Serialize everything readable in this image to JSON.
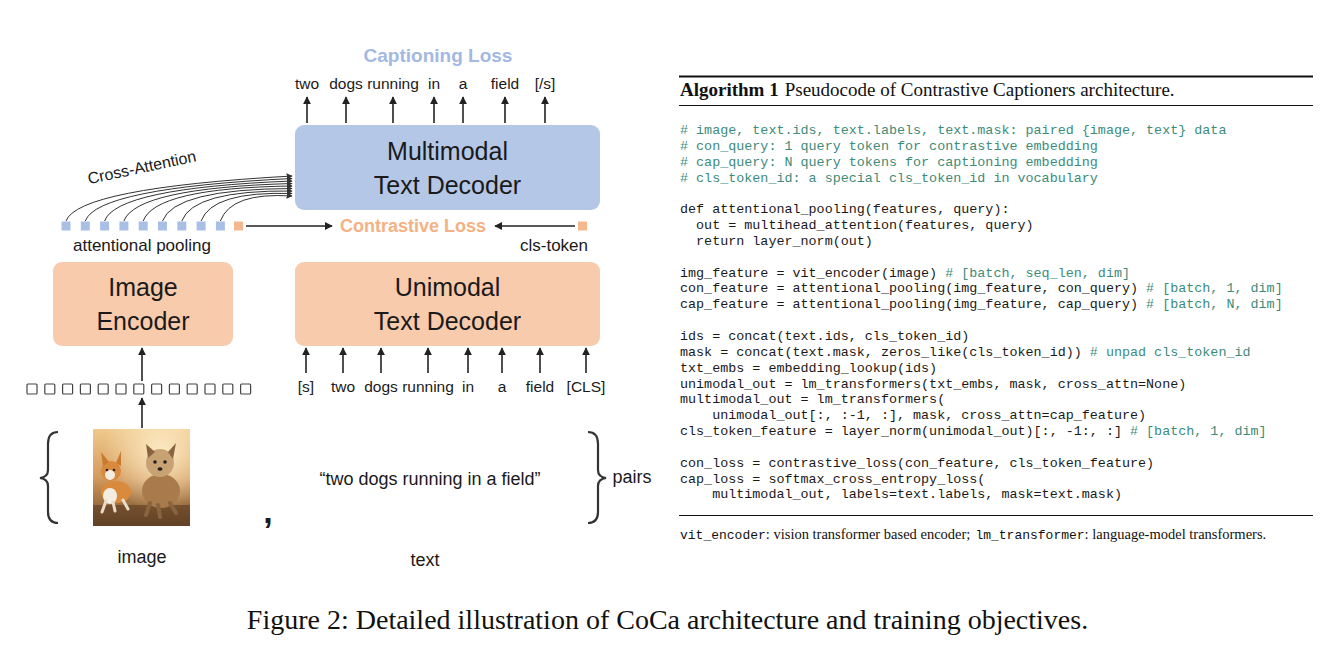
{
  "diagram": {
    "caption": "Figure 2: Detailed illustration of CoCa architecture and training objectives.",
    "nodes": [
      {
        "text": [
          "Multimodal Text Decoder"
        ]
      },
      {
        "text": [
          "Image Encoder"
        ]
      },
      {
        "text": [
          "Unimodal Text Decoder"
        ]
      }
    ],
    "labels": [
      "Captioning Loss",
      "two",
      "dogs",
      "running",
      "in",
      "a",
      "field",
      "[/s]",
      "Cross-Attention",
      "attentional pooling",
      "Contrastive Loss",
      "cls-token",
      "[s]",
      "two",
      "dogs",
      "running",
      "in",
      "a",
      "field",
      "[CLS]",
      "“two dogs running in a field”",
      "pairs",
      ",",
      "image",
      "text",
      "Algorithm 1",
      "Pseudocode of Contrastive Captioners architecture.",
      "# image, text.ids, text.labels, text.mask: paired {image, text} data",
      "# con_query: 1 query token for contrastive embedding",
      "# cap_query: N query tokens for captioning embedding",
      "# cls_token_id: a special cls_token_id in vocabulary",
      "def attentional_pooling(features, query):",
      "  out = multihead_attention(features, query)",
      "  return layer_norm(out)",
      "img_feature = vit_encoder(image)",
      "# [batch, seq_len, dim]",
      "con_feature = attentional_pooling(img_feature, con_query)",
      "# [batch, 1, dim]",
      "cap_feature = attentional_pooling(img_feature, cap_query)",
      "# [batch, N, dim]",
      "ids = concat(text.ids, cls_token_id)",
      "mask = concat(text.mask, zeros_like(cls_token_id))",
      "# unpad cls_token_id",
      "txt_embs = embedding_lookup(ids)",
      "unimodal_out = lm_transformers(txt_embs, mask, cross_attn=None)",
      "multimodal_out = lm_transformers(",
      "    unimodal_out[:, :-1, :], mask, cross_attn=cap_feature)",
      "cls_token_feature = layer_norm(unimodal_out)[:, -1:, :]",
      "# [batch, 1, dim]",
      "con_loss = contrastive_loss(con_feature, cls_token_feature)",
      "cap_loss = softmax_cross_entropy_loss(",
      "    multimodal_out, labels=text.labels, mask=text.mask)",
      "vit_encoder",
      ": vision transformer based encoder;",
      "lm_transformer",
      ": language-model transformers."
    ]
  }
}
